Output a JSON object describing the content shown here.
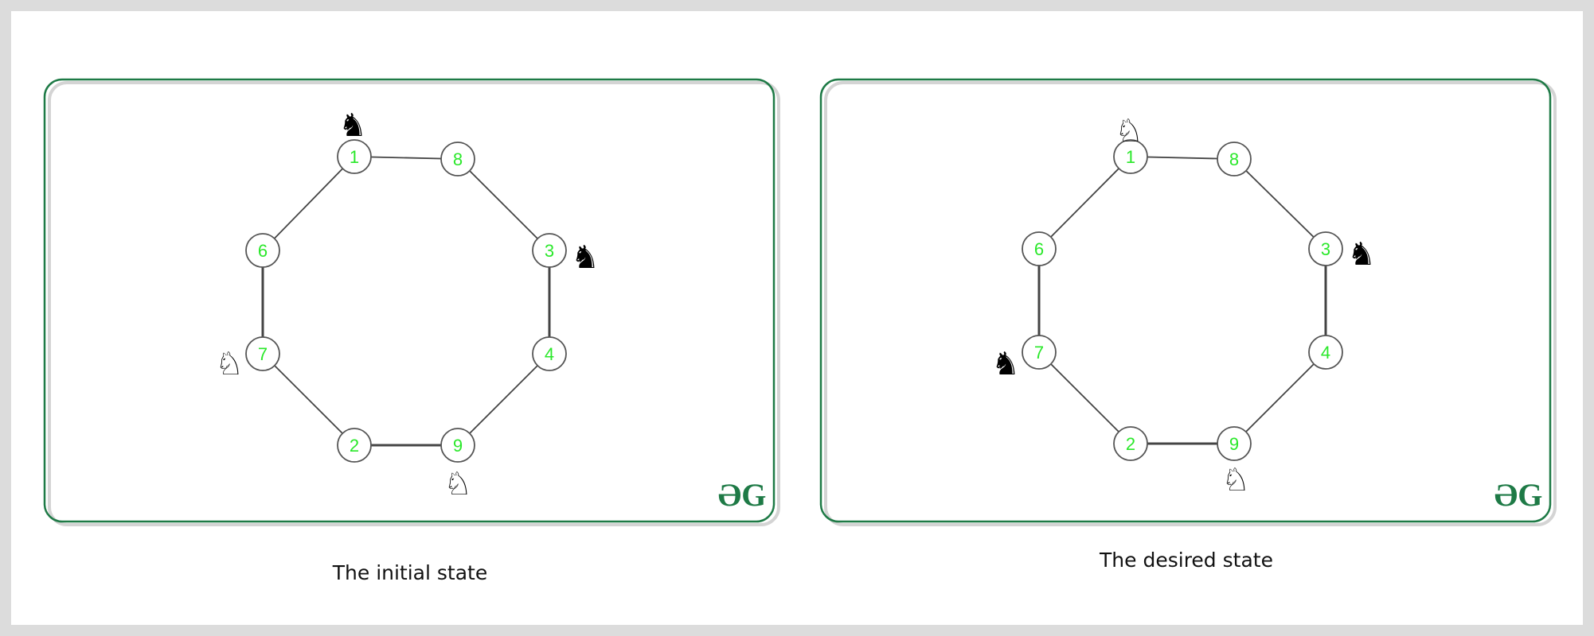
{
  "colors": {
    "frame": "#1e7a46",
    "frame_shadow": "#d4d4d4",
    "node_stroke": "#555555",
    "node_fill": "#ffffff",
    "node_label": "#2ae82a",
    "edge": "#444444",
    "knight_black": "#000000",
    "knight_white": "#ffffff",
    "logo": "#1e7a46"
  },
  "icons": {
    "black_knight": "black-knight-icon",
    "white_knight": "white-knight-icon",
    "logo": "gfg-logo"
  },
  "logo_text": "ƏG",
  "panels": [
    {
      "id": "initial",
      "caption": "The initial state",
      "nodes": [
        "1",
        "8",
        "3",
        "4",
        "9",
        "2",
        "7",
        "6"
      ],
      "edges": [
        [
          "1",
          "8"
        ],
        [
          "8",
          "3"
        ],
        [
          "3",
          "4"
        ],
        [
          "4",
          "9"
        ],
        [
          "9",
          "2"
        ],
        [
          "2",
          "7"
        ],
        [
          "7",
          "6"
        ],
        [
          "6",
          "1"
        ]
      ],
      "knights": [
        {
          "node": "1",
          "color": "black"
        },
        {
          "node": "3",
          "color": "black"
        },
        {
          "node": "7",
          "color": "white"
        },
        {
          "node": "9",
          "color": "white"
        }
      ]
    },
    {
      "id": "desired",
      "caption": "The desired state",
      "nodes": [
        "1",
        "8",
        "3",
        "4",
        "9",
        "2",
        "7",
        "6"
      ],
      "edges": [
        [
          "1",
          "8"
        ],
        [
          "8",
          "3"
        ],
        [
          "3",
          "4"
        ],
        [
          "4",
          "9"
        ],
        [
          "9",
          "2"
        ],
        [
          "2",
          "7"
        ],
        [
          "7",
          "6"
        ],
        [
          "6",
          "1"
        ]
      ],
      "knights": [
        {
          "node": "1",
          "color": "white"
        },
        {
          "node": "3",
          "color": "black"
        },
        {
          "node": "7",
          "color": "black"
        },
        {
          "node": "9",
          "color": "white"
        }
      ]
    }
  ]
}
